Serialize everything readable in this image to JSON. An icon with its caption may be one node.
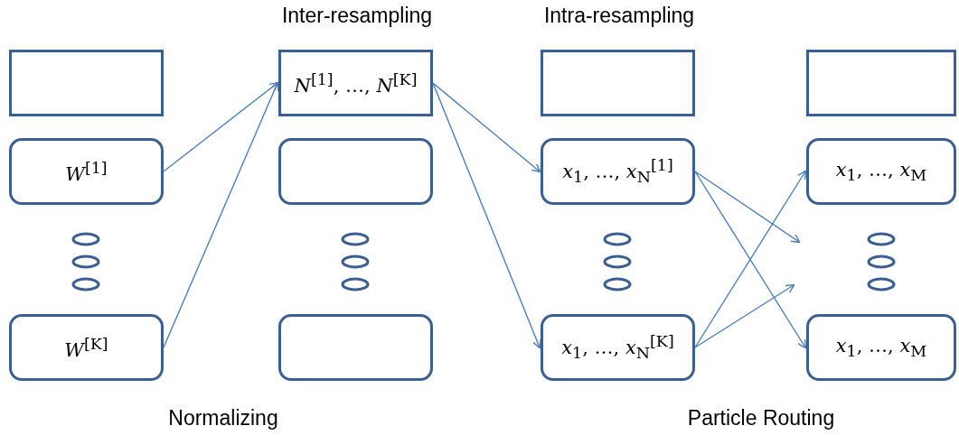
{
  "diagram": {
    "nodes": [
      {
        "text": [],
        "shape": "box"
      },
      {
        "text": [
          "*W*$^{[1]}$"
        ]
      },
      {
        "text": [
          "*W*$^{[K]}$"
        ]
      },
      {
        "text": [
          "*N*$^{[1]}$, …, *N*$^{[K]}$"
        ]
      },
      {
        "text": [],
        "shape": "box"
      },
      {
        "text": [],
        "shape": "box"
      },
      {
        "text": [],
        "shape": "box"
      },
      {
        "text": [
          "*x*$_{1}$, …, *x*$_{N}$$^{[1]}$"
        ]
      },
      {
        "text": [
          "*x*$_{1}$, …, *x*$_{N}$$^{[K]}$"
        ]
      },
      {
        "text": [],
        "shape": "box"
      },
      {
        "text": [
          "*x*$_{1}$, …, *x*$_{M}$"
        ]
      },
      {
        "text": [
          "*x*$_{1}$, …, *x*$_{M}$"
        ]
      }
    ],
    "edges": [
      {
        "from": 1,
        "to": 3,
        "arrow": "to"
      },
      {
        "from": 2,
        "to": 3,
        "arrow": "to"
      },
      {
        "from": 3,
        "to": 7,
        "arrow": "to"
      },
      {
        "from": 3,
        "to": 8,
        "arrow": "to"
      },
      {
        "from": 7,
        "to": null,
        "arrow": "to"
      },
      {
        "from": 7,
        "to": 11,
        "arrow": "to"
      },
      {
        "from": 8,
        "to": 10,
        "arrow": "to"
      },
      {
        "from": 8,
        "to": null,
        "arrow": "to"
      }
    ],
    "labels": [
      "Inter-resampling",
      "Intra-resampling",
      "Normalizing",
      "Particle Routing"
    ]
  }
}
